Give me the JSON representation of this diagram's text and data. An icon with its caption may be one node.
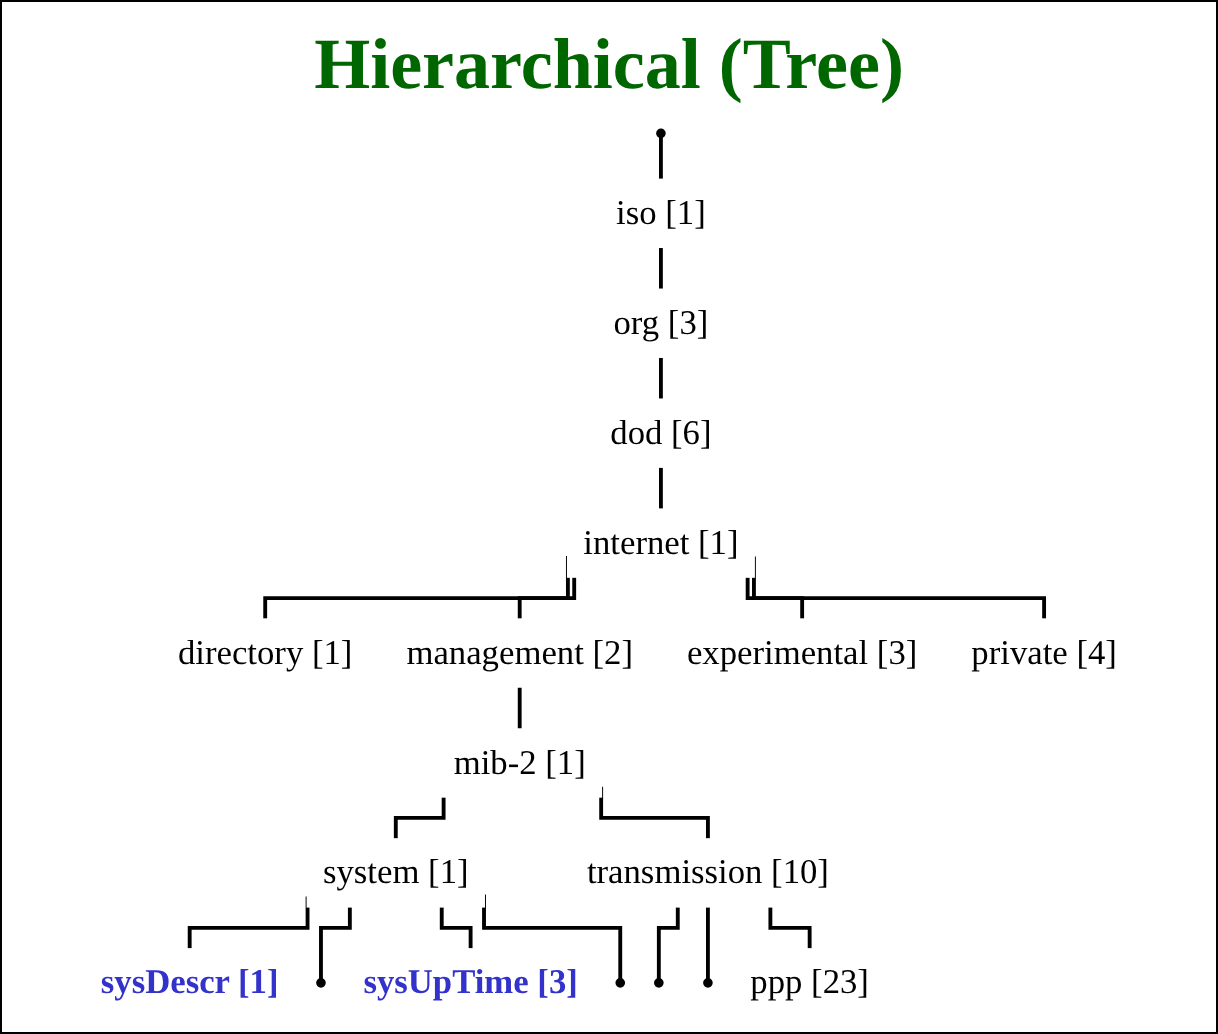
{
  "diagram": {
    "title": "Hierarchical (Tree)",
    "nodes": [
      {
        "text": [],
        "shape": "circle"
      },
      {
        "text": [
          "iso [1]"
        ]
      },
      {
        "text": [
          "org [3]"
        ]
      },
      {
        "text": [
          "dod [6]"
        ]
      },
      {
        "text": [
          "internet [1]"
        ]
      },
      {
        "text": [
          "directory [1]"
        ]
      },
      {
        "text": [
          "management [2]"
        ]
      },
      {
        "text": [
          "experimental [3]"
        ]
      },
      {
        "text": [
          "private [4]"
        ]
      },
      {
        "text": [
          "mib-2 [1]"
        ]
      },
      {
        "text": [
          "system [1]"
        ]
      },
      {
        "text": [
          "transmission [10]"
        ]
      },
      {
        "text": [
          "sysDescr [1]"
        ]
      },
      {
        "text": [],
        "shape": "circle"
      },
      {
        "text": [
          "sysUpTime [3]"
        ]
      },
      {
        "text": [],
        "shape": "circle"
      },
      {
        "text": [],
        "shape": "circle"
      },
      {
        "text": [],
        "shape": "circle"
      },
      {
        "text": [
          "ppp [23]"
        ]
      }
    ],
    "edges": [
      {
        "from": 0,
        "to": 1,
        "arrow": "none"
      },
      {
        "from": 1,
        "to": 2,
        "arrow": "none"
      },
      {
        "from": 2,
        "to": 3,
        "arrow": "none"
      },
      {
        "from": 3,
        "to": 4,
        "arrow": "none"
      },
      {
        "from": 4,
        "to": 5,
        "arrow": "none"
      },
      {
        "from": 4,
        "to": 6,
        "arrow": "none"
      },
      {
        "from": 4,
        "to": 7,
        "arrow": "none"
      },
      {
        "from": 4,
        "to": 8,
        "arrow": "none"
      },
      {
        "from": 6,
        "to": 9,
        "arrow": "none"
      },
      {
        "from": 9,
        "to": 10,
        "arrow": "none"
      },
      {
        "from": 9,
        "to": 11,
        "arrow": "none"
      },
      {
        "from": 10,
        "to": 12,
        "arrow": "none"
      },
      {
        "from": 10,
        "to": 13,
        "arrow": "none"
      },
      {
        "from": 10,
        "to": 14,
        "arrow": "none"
      },
      {
        "from": 10,
        "to": 15,
        "arrow": "none"
      },
      {
        "from": 11,
        "to": 16,
        "arrow": "none"
      },
      {
        "from": 11,
        "to": 17,
        "arrow": "none"
      },
      {
        "from": 11,
        "to": 18,
        "arrow": "none"
      }
    ]
  }
}
